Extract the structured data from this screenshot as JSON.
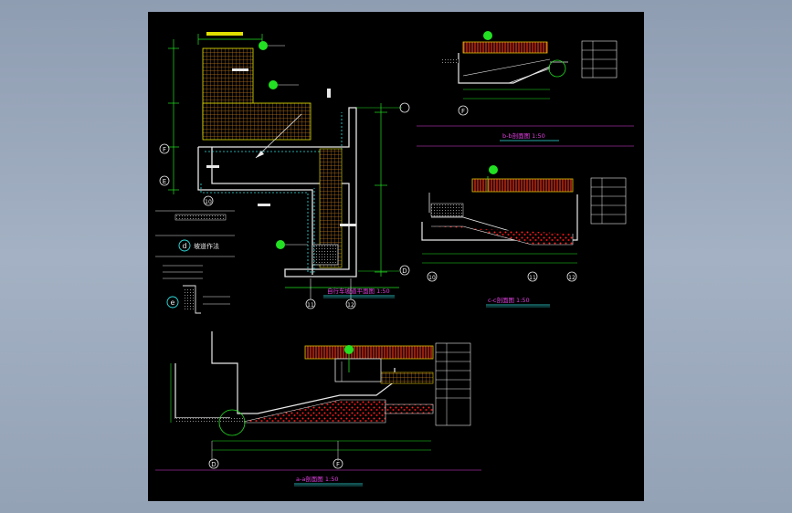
{
  "drawing": {
    "plan_title": "自行车坡道平面图 1:50",
    "section_b_title": "b-b剖面图 1:50",
    "section_c_title": "c-c剖面图 1:50",
    "section_a_title": "a-a剖面图 1:50",
    "detail_d_label": "坡道作法",
    "detail_d_circle": "d",
    "detail_e_circle": "e",
    "axis_F": "F",
    "axis_E": "E",
    "axis_D": "D",
    "axis_10": "10",
    "axis_11": "11",
    "axis_12": "12",
    "axis_D2": "D",
    "axis_F2": "F",
    "axis_F3": "F"
  },
  "colors": {
    "line_white": "#e8e8e8",
    "line_green": "#22e022",
    "line_yellow": "#f0e000",
    "line_red": "#ff3030",
    "line_magenta": "#e040e0",
    "line_cyan": "#30e0e0",
    "hatch_orange": "#c07820"
  }
}
